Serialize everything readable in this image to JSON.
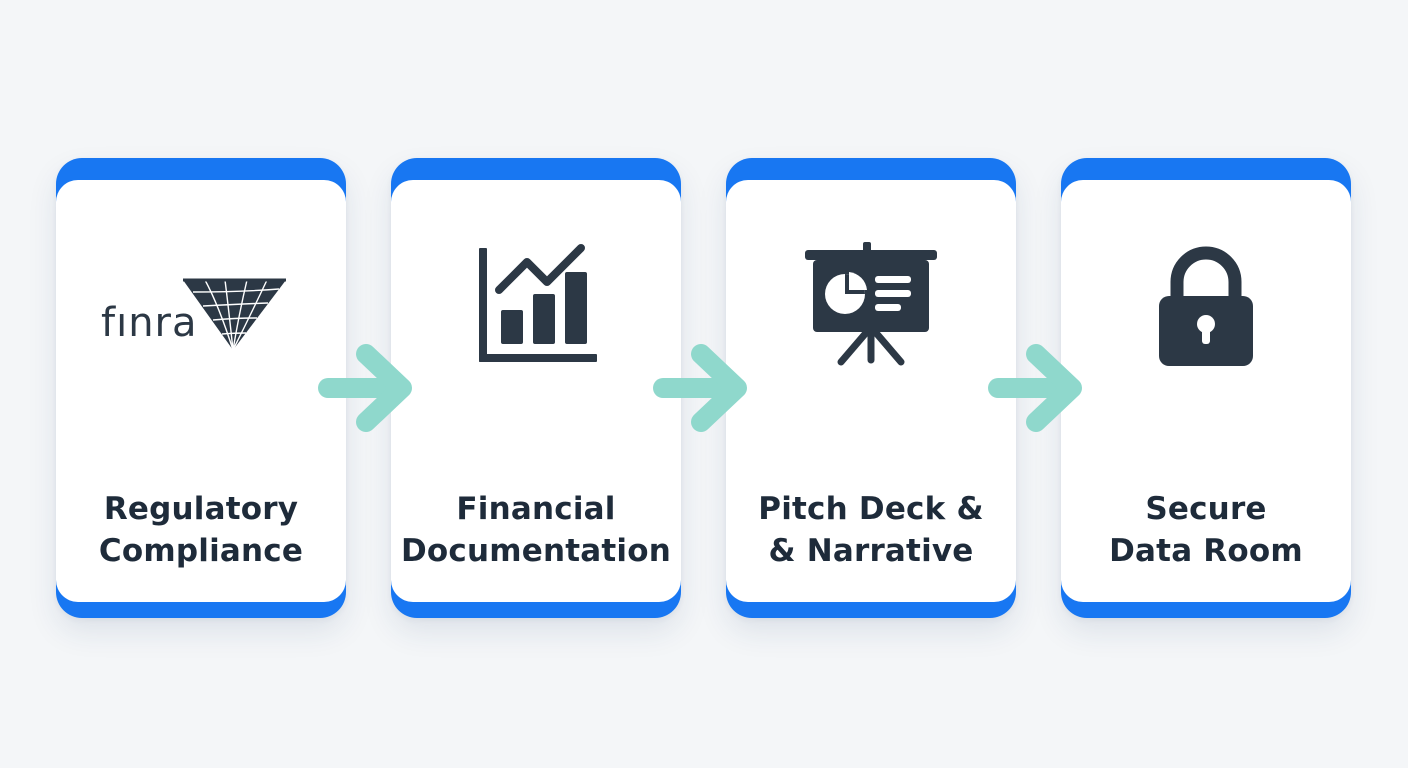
{
  "steps": [
    {
      "icon": "finra-logo",
      "logo_text": "FINRA",
      "line1": "Regulatory",
      "line2": "Compliance"
    },
    {
      "icon": "bar-chart-trend-icon",
      "line1": "Financial",
      "line2": "Documentation"
    },
    {
      "icon": "presentation-board-icon",
      "line1": "Pitch Deck &",
      "line2": "& Narrative"
    },
    {
      "icon": "padlock-icon",
      "line1": "Secure",
      "line2": "Data Room"
    }
  ],
  "colors": {
    "background": "#f4f6f8",
    "card_accent": "#1877f2",
    "card_body": "#ffffff",
    "icon": "#2c3845",
    "text": "#1e2b3a",
    "arrow": "#8fd8cc"
  }
}
